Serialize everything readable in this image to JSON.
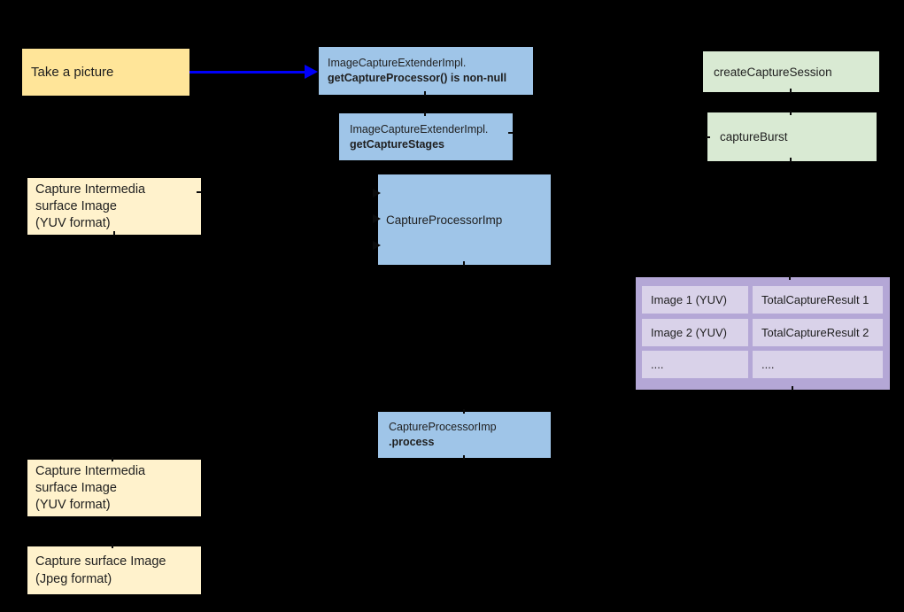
{
  "colors": {
    "background": "#000000",
    "node_yellow": "#ffe599",
    "node_cream": "#fff2cc",
    "node_blue": "#9fc5e8",
    "node_green": "#d9ead3",
    "table_outer": "#b4a7d6",
    "table_cell": "#d9d2e9",
    "arrow_blue": "#0000fa",
    "text": "#1f1f1f"
  },
  "nodes": {
    "take_picture": {
      "label": "Take a picture"
    },
    "get_capture_processor": {
      "line1": "ImageCaptureExtenderImpl.",
      "line2_bold": "getCaptureProcessor() is non-null"
    },
    "create_capture_session": {
      "label": "createCaptureSession"
    },
    "capture_burst": {
      "label": "captureBurst"
    },
    "get_capture_stages": {
      "line1": "ImageCaptureExtenderImpl.",
      "line2_bold": "getCaptureStages"
    },
    "capture_intermedia_top": {
      "line1": "Capture Intermedia",
      "line2": "surface Image",
      "line3": "(YUV format)"
    },
    "capture_processor_imp": {
      "label": "CaptureProcessorImp"
    },
    "capture_processor_process": {
      "line1": "CaptureProcessorImp",
      "line2_bold": ".process"
    },
    "capture_intermedia_bottom": {
      "line1": "Capture Intermedia",
      "line2": "surface Image",
      "line3": "(YUV format)"
    },
    "capture_surface_jpeg": {
      "line1": "Capture surface Image",
      "line2": "(Jpeg format)"
    }
  },
  "result_table": {
    "rows": [
      [
        "Image 1 (YUV)",
        "TotalCaptureResult 1"
      ],
      [
        "Image 2 (YUV)",
        "TotalCaptureResult 2"
      ],
      [
        "....",
        "...."
      ]
    ]
  }
}
